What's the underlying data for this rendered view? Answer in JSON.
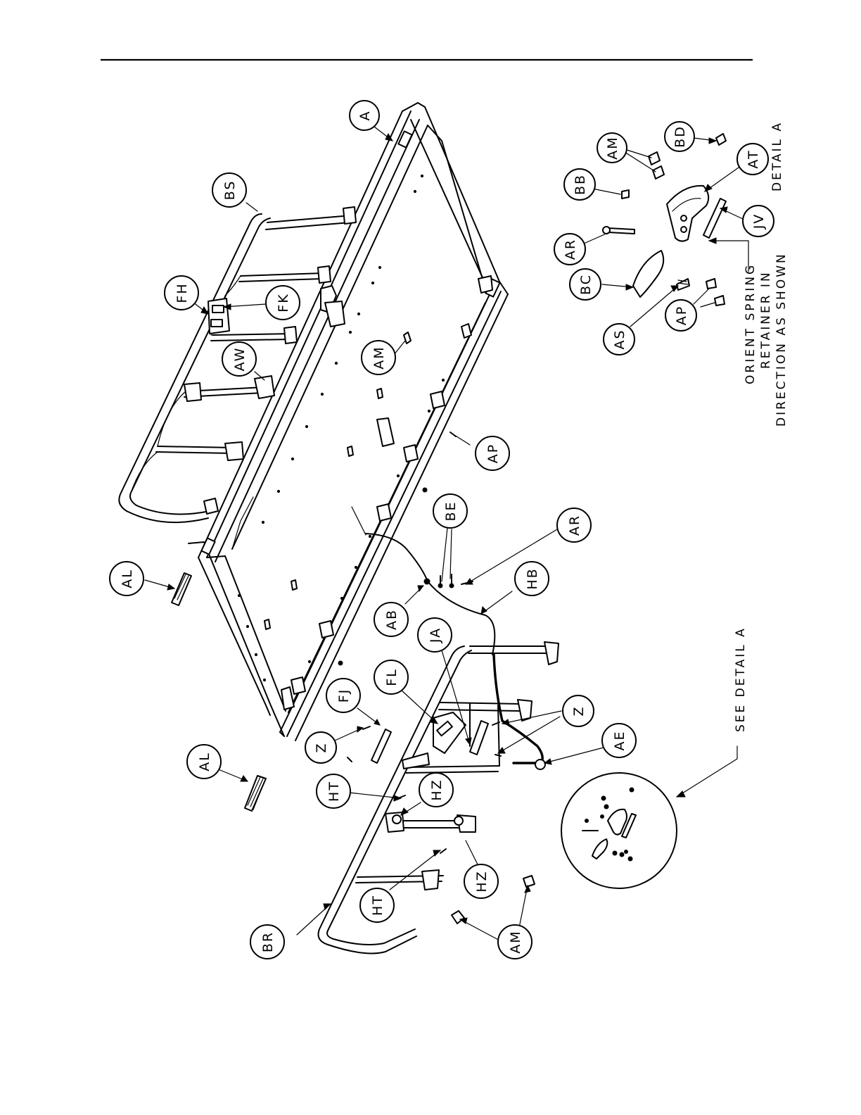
{
  "callouts": [
    {
      "id": "A",
      "label": "A"
    },
    {
      "id": "BS",
      "label": "BS"
    },
    {
      "id": "FH",
      "label": "FH"
    },
    {
      "id": "FK",
      "label": "FK"
    },
    {
      "id": "AW",
      "label": "AW"
    },
    {
      "id": "AM1",
      "label": "AM"
    },
    {
      "id": "AP1",
      "label": "AP"
    },
    {
      "id": "AL1",
      "label": "AL"
    },
    {
      "id": "BE",
      "label": "BE"
    },
    {
      "id": "AR1",
      "label": "AR"
    },
    {
      "id": "HB",
      "label": "HB"
    },
    {
      "id": "AB",
      "label": "AB"
    },
    {
      "id": "JA",
      "label": "JA"
    },
    {
      "id": "FL",
      "label": "FL"
    },
    {
      "id": "FJ",
      "label": "FJ"
    },
    {
      "id": "Z1",
      "label": "Z"
    },
    {
      "id": "Z2",
      "label": "Z"
    },
    {
      "id": "AE",
      "label": "AE"
    },
    {
      "id": "AL2",
      "label": "AL"
    },
    {
      "id": "HT1",
      "label": "HT"
    },
    {
      "id": "HZ1",
      "label": "HZ"
    },
    {
      "id": "HZ2",
      "label": "HZ"
    },
    {
      "id": "HT2",
      "label": "HT"
    },
    {
      "id": "BR",
      "label": "BR"
    },
    {
      "id": "AM2",
      "label": "AM"
    },
    {
      "id": "BD",
      "label": "BD"
    },
    {
      "id": "AM3",
      "label": "AM"
    },
    {
      "id": "AT",
      "label": "AT"
    },
    {
      "id": "BB",
      "label": "BB"
    },
    {
      "id": "AR2",
      "label": "AR"
    },
    {
      "id": "JV",
      "label": "JV"
    },
    {
      "id": "BC",
      "label": "BC"
    },
    {
      "id": "AS",
      "label": "AS"
    },
    {
      "id": "AP2",
      "label": "AP"
    }
  ],
  "notes": {
    "detail_title": "DETAIL  A",
    "see_detail": "SEE DETAIL  A",
    "orient_line1": "ORIENT SPRING",
    "orient_line2": "RETAINER IN",
    "orient_line3": "DIRECTION AS SHOWN"
  }
}
